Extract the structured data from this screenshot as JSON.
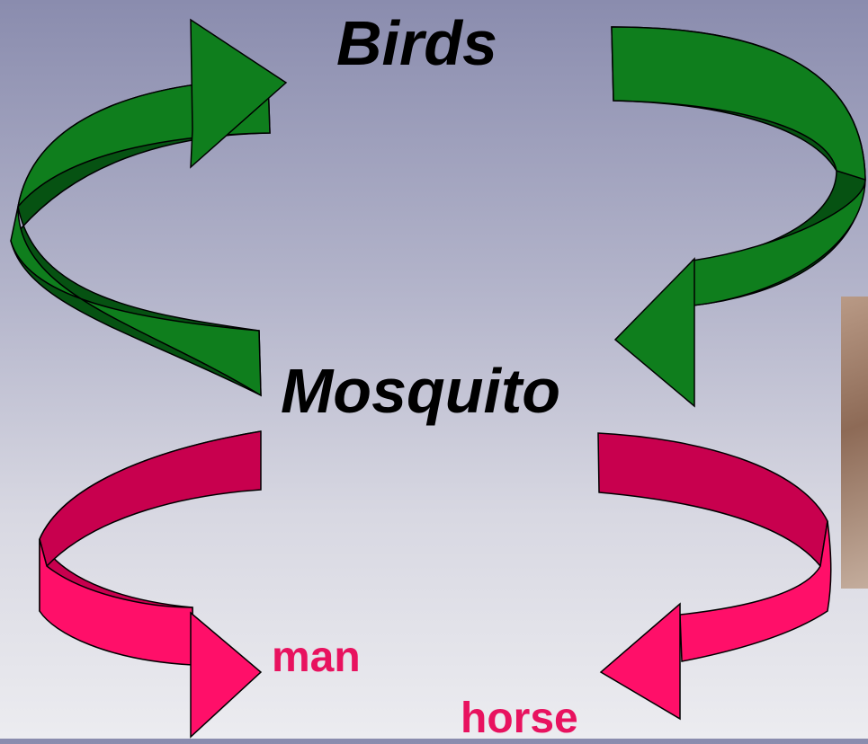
{
  "colors": {
    "background_top": "#8a8cae",
    "background_bottom": "#ececf0",
    "bird_cycle_arrow": "#0f7e1d",
    "bird_cycle_arrow_shadow": "#065212",
    "host_arrow": "#ff0f69",
    "host_arrow_shadow": "#c8004e",
    "primary_label": "#000000",
    "host_label": "#e8125f"
  },
  "labels": {
    "top": "Birds",
    "middle": "Mosquito",
    "host_left": "man",
    "host_right": "horse"
  },
  "arrows": [
    {
      "name": "arrow-mosquito-to-birds",
      "from": "Mosquito",
      "to": "Birds"
    },
    {
      "name": "arrow-birds-to-mosquito",
      "from": "Birds",
      "to": "Mosquito"
    },
    {
      "name": "arrow-mosquito-to-man",
      "from": "Mosquito",
      "to": "man"
    },
    {
      "name": "arrow-mosquito-to-horse",
      "from": "Mosquito",
      "to": "horse"
    }
  ]
}
